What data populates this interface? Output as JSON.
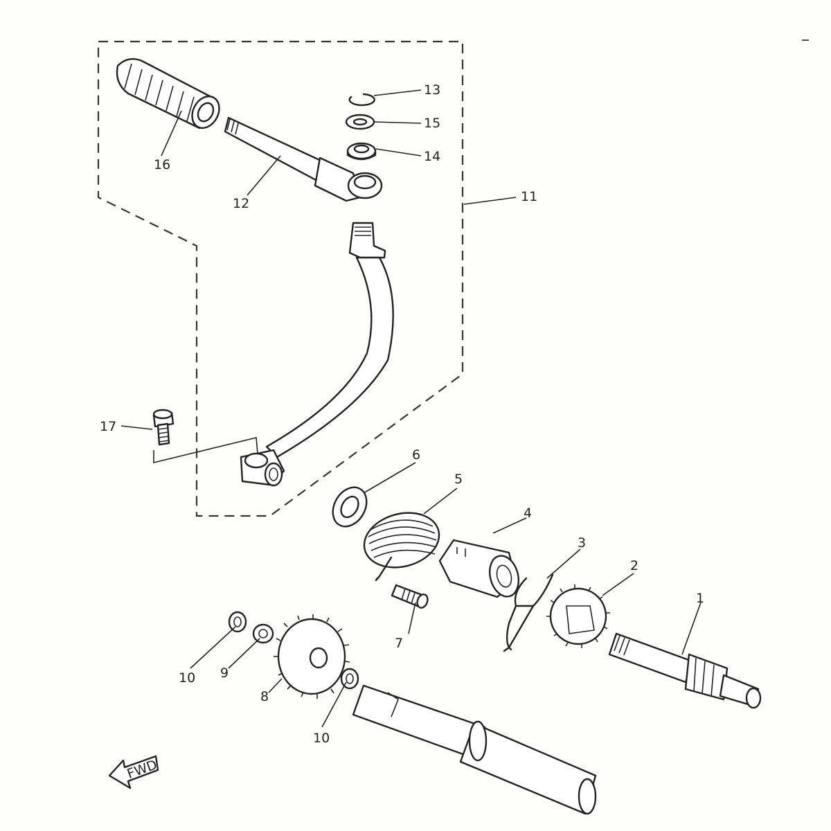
{
  "callouts": [
    {
      "id": "1",
      "text": "1"
    },
    {
      "id": "2",
      "text": "2"
    },
    {
      "id": "3",
      "text": "3"
    },
    {
      "id": "4",
      "text": "4"
    },
    {
      "id": "5",
      "text": "5"
    },
    {
      "id": "6",
      "text": "6"
    },
    {
      "id": "7",
      "text": "7"
    },
    {
      "id": "8",
      "text": "8"
    },
    {
      "id": "9",
      "text": "9"
    },
    {
      "id": "10a",
      "text": "10"
    },
    {
      "id": "10b",
      "text": "10"
    },
    {
      "id": "11",
      "text": "11"
    },
    {
      "id": "12",
      "text": "12"
    },
    {
      "id": "13",
      "text": "13"
    },
    {
      "id": "14",
      "text": "14"
    },
    {
      "id": "15",
      "text": "15"
    },
    {
      "id": "16",
      "text": "16"
    },
    {
      "id": "17",
      "text": "17"
    }
  ],
  "fwd_label": "FWD"
}
